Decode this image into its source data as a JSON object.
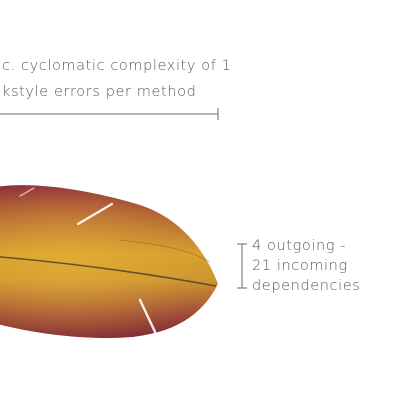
{
  "annotations": {
    "complexity_line": "c. cyclomatic complexity of 1",
    "checkstyle_line": "kstyle errors per method",
    "dependencies": {
      "line1": "4 outgoing -",
      "line2": "21 incoming",
      "line3": "dependencies"
    }
  },
  "colors": {
    "feather_base": "#8e2f3a",
    "feather_highlight": "#d9a72c",
    "ink": "#555555",
    "background": "#ffffff"
  }
}
